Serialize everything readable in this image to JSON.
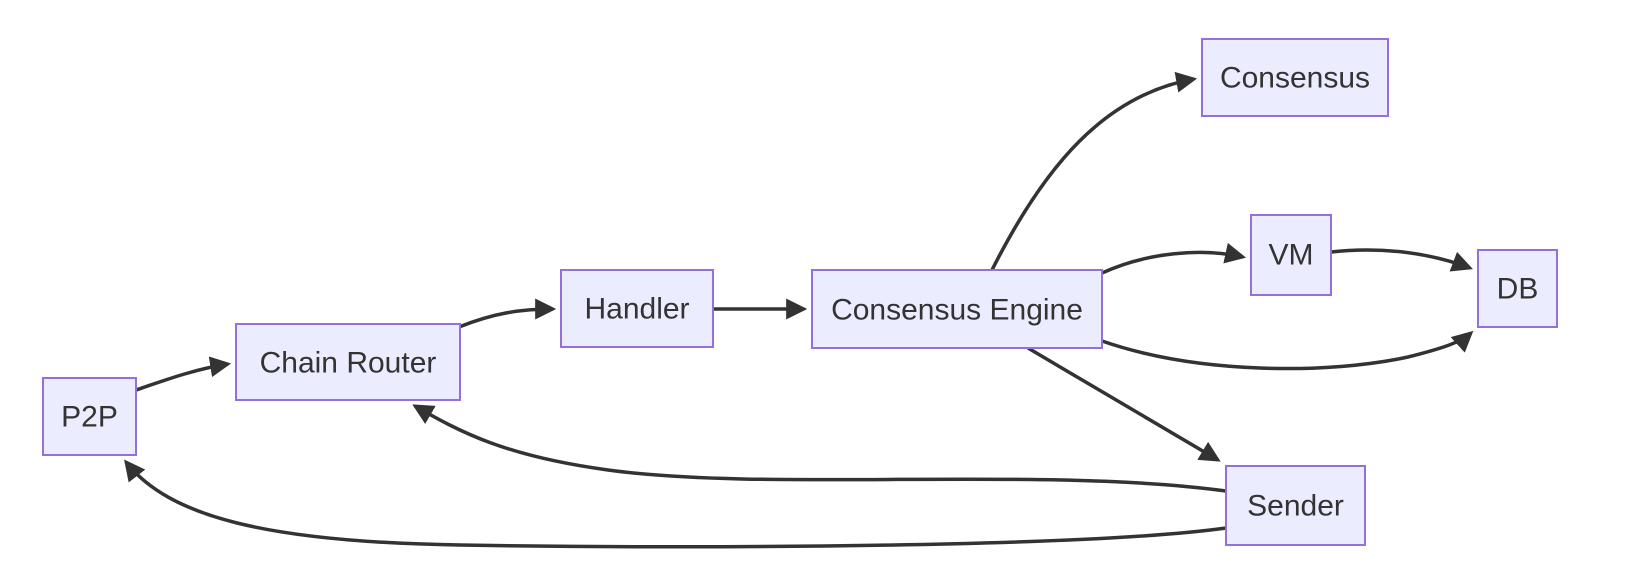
{
  "diagram": {
    "type": "flowchart",
    "direction": "left-to-right",
    "colors": {
      "background": "#ffffff",
      "node_fill": "#ECECFF",
      "node_border": "#9370DB",
      "node_text": "#333333",
      "edge_stroke": "#333333"
    },
    "nodes": {
      "p2p": {
        "label": "P2P"
      },
      "chain_router": {
        "label": "Chain Router"
      },
      "handler": {
        "label": "Handler"
      },
      "consensus_engine": {
        "label": "Consensus Engine"
      },
      "consensus": {
        "label": "Consensus"
      },
      "vm": {
        "label": "VM"
      },
      "db": {
        "label": "DB"
      },
      "sender": {
        "label": "Sender"
      }
    },
    "edges": [
      {
        "from": "P2P",
        "to": "Chain Router"
      },
      {
        "from": "Chain Router",
        "to": "Handler"
      },
      {
        "from": "Handler",
        "to": "Consensus Engine"
      },
      {
        "from": "Consensus Engine",
        "to": "Consensus"
      },
      {
        "from": "Consensus Engine",
        "to": "VM"
      },
      {
        "from": "VM",
        "to": "DB"
      },
      {
        "from": "Consensus Engine",
        "to": "DB"
      },
      {
        "from": "Consensus Engine",
        "to": "Sender"
      },
      {
        "from": "Sender",
        "to": "Chain Router"
      },
      {
        "from": "Sender",
        "to": "P2P"
      }
    ]
  }
}
